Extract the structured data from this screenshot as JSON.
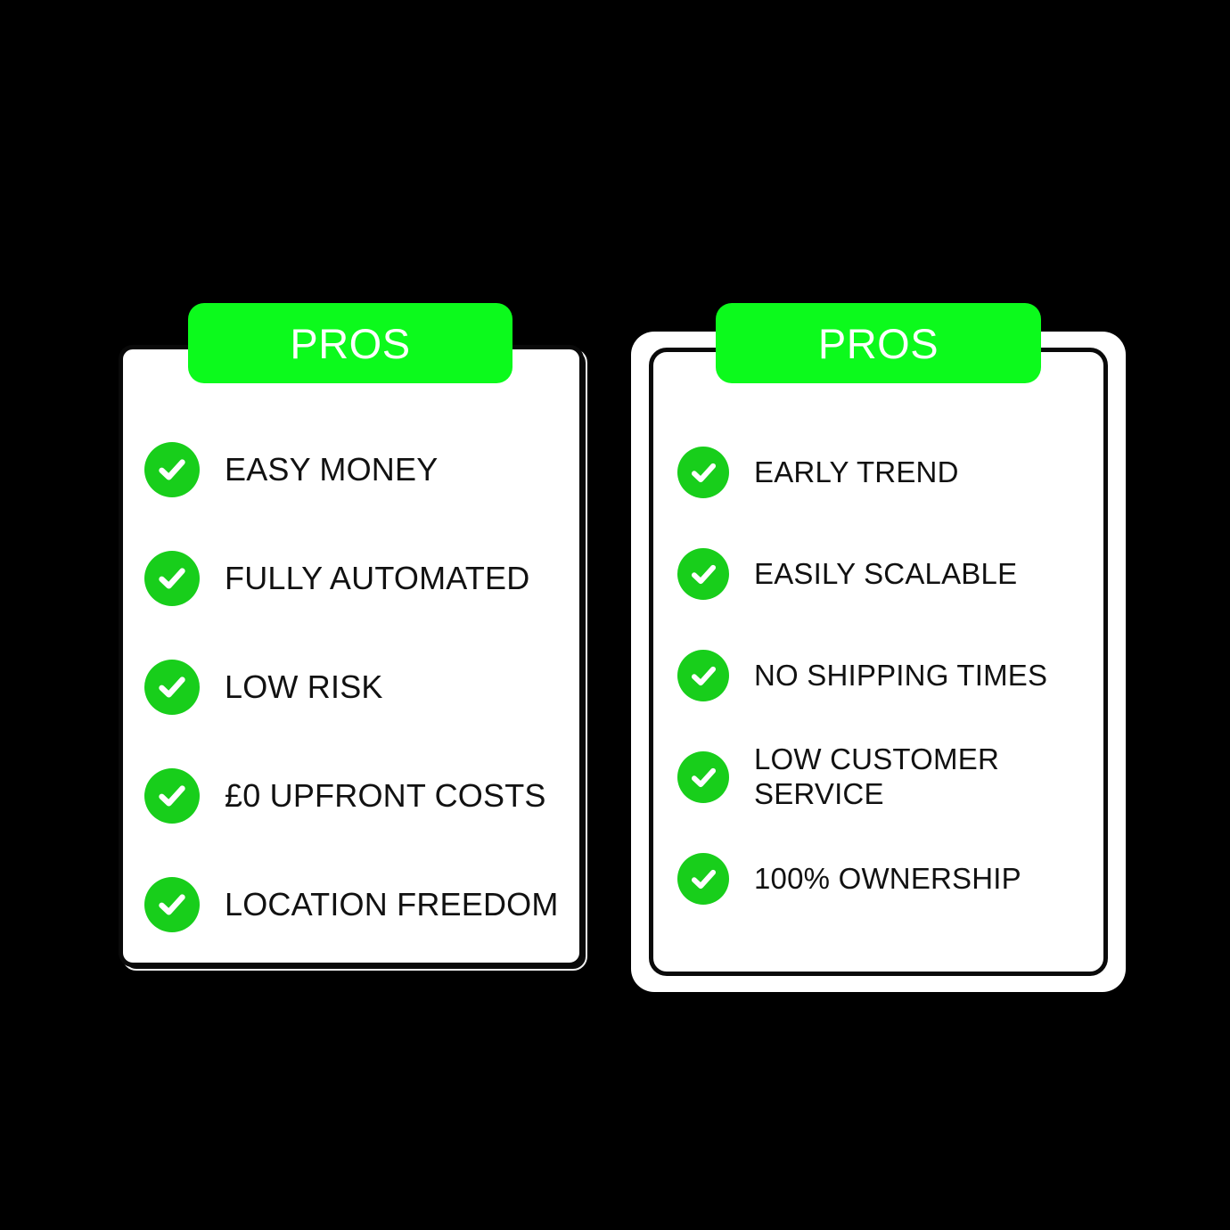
{
  "background_color": "#000000",
  "theme": {
    "badge_green": "#0cfa1c",
    "check_green": "#18ce1b",
    "card_background": "#ffffff",
    "card_border": "#0a0a0a",
    "text_color": "#111111",
    "badge_text_color": "#ffffff"
  },
  "cards": [
    {
      "id": "pros-card-left",
      "badge_label": "PROS",
      "items": [
        {
          "icon": "check-circle-icon",
          "label": "EASY MONEY"
        },
        {
          "icon": "check-circle-icon",
          "label": "FULLY AUTOMATED"
        },
        {
          "icon": "check-circle-icon",
          "label": "LOW RISK"
        },
        {
          "icon": "check-circle-icon",
          "label": "£0 UPFRONT COSTS"
        },
        {
          "icon": "check-circle-icon",
          "label": "LOCATION FREEDOM"
        }
      ]
    },
    {
      "id": "pros-card-right",
      "badge_label": "PROS",
      "items": [
        {
          "icon": "check-circle-icon",
          "label": "EARLY TREND"
        },
        {
          "icon": "check-circle-icon",
          "label": "EASILY SCALABLE"
        },
        {
          "icon": "check-circle-icon",
          "label": "NO SHIPPING TIMES"
        },
        {
          "icon": "check-circle-icon",
          "label": "LOW CUSTOMER\nSERVICE"
        },
        {
          "icon": "check-circle-icon",
          "label": "100% OWNERSHIP"
        }
      ]
    }
  ]
}
